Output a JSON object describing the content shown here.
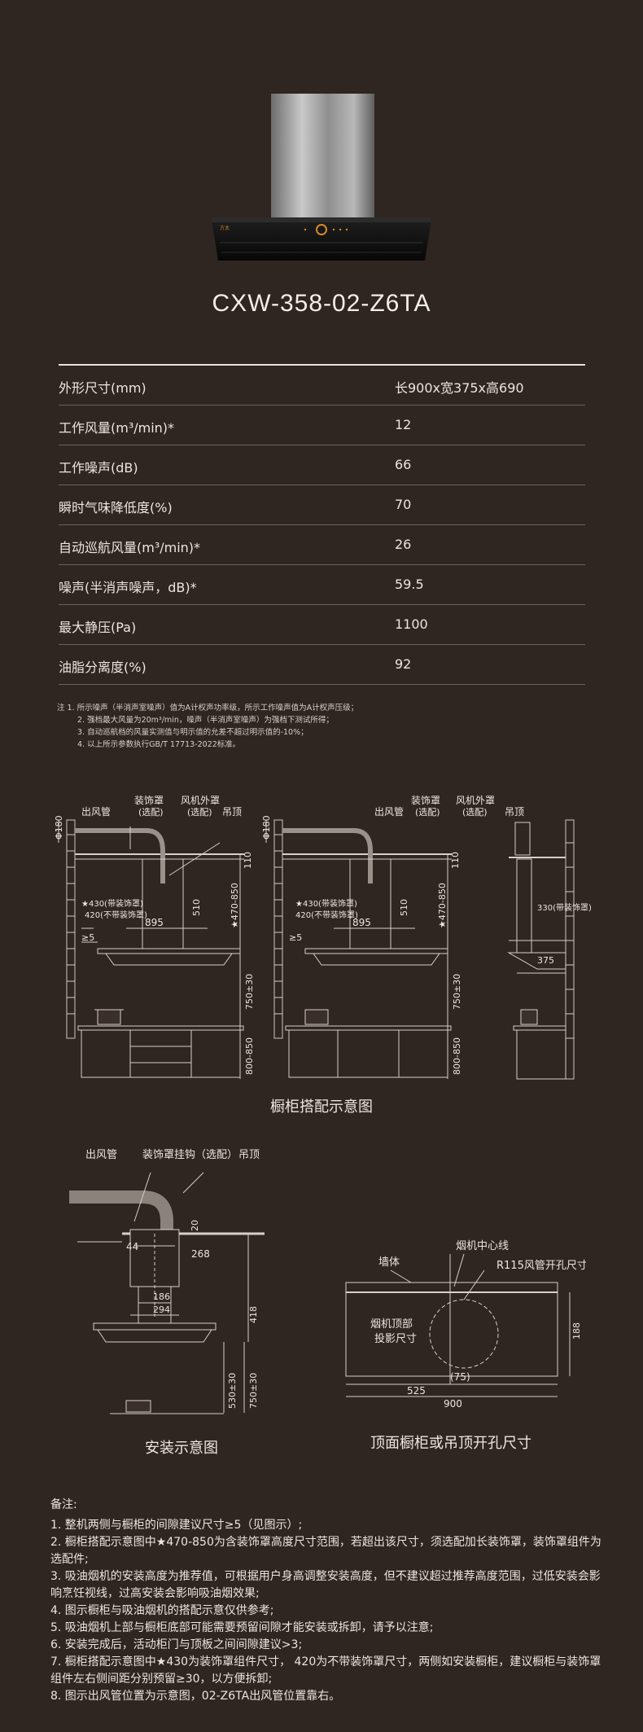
{
  "product": {
    "model": "CXW-358-02-Z6TA",
    "brand_mark": "方太"
  },
  "specs": [
    {
      "label": "外形尺寸(mm)",
      "value": "长900x宽375x高690"
    },
    {
      "label": "工作风量(m³/min)*",
      "value": "12"
    },
    {
      "label": "工作噪声(dB)",
      "value": "66"
    },
    {
      "label": "瞬时气味降低度(%)",
      "value": "70"
    },
    {
      "label": "自动巡航风量(m³/min)*",
      "value": "26"
    },
    {
      "label": "噪声(半消声噪声，dB)*",
      "value": "59.5"
    },
    {
      "label": "最大静压(Pa)",
      "value": "1100"
    },
    {
      "label": "油脂分离度(%)",
      "value": "92"
    }
  ],
  "notes_small": [
    "注  1. 所示噪声（半消声室噪声）值为A计权声功率级，所示工作噪声值为A计权声压级；",
    "2. 强档最大风量为20m³/min，噪声（半消声室噪声）为强档下测试所得；",
    "3. 自动巡航档的风量实测值与明示值的允差不超过明示值的-10%；",
    "4. 以上所示参数执行GB/T 17713-2022标准。"
  ],
  "diagram1": {
    "caption": "橱柜搭配示意图",
    "labels": {
      "cover": "装饰罩",
      "cover_opt": "(选配)",
      "duct": "出风管",
      "outer": "风机外罩",
      "outer_opt": "(选配)",
      "ceiling": "吊顶",
      "phi180": "Φ180",
      "d110": "110",
      "d470_850": "★470-850",
      "d430": "★430(带装饰罩)",
      "d420": "420(不带装饰罩)",
      "d510": "510",
      "d895": "895",
      "d5": "≥5",
      "d750": "750±30",
      "d800": "800-850",
      "d330": "330(带装饰罩)",
      "d375": "375"
    }
  },
  "diagram2": {
    "caption": "安装示意图",
    "labels": {
      "duct": "出风管",
      "hook": "装饰罩挂钩（选配）",
      "ceiling": "吊顶",
      "d20": "20",
      "d44": "44",
      "d268": "268",
      "d186": "186",
      "d294": "294",
      "d418": "418",
      "d530": "530±30",
      "d750": "750±30"
    }
  },
  "diagram3": {
    "caption": "顶面橱柜或吊顶开孔尺寸",
    "labels": {
      "center": "烟机中心线",
      "wall": "墙体",
      "hole": "R115风管开孔尺寸",
      "proj1": "烟机顶部",
      "proj2": "投影尺寸",
      "d188": "188",
      "d75": "(75)",
      "d525": "525",
      "d900": "900"
    }
  },
  "remarks": {
    "title": "备注:",
    "items": [
      "1. 整机两侧与橱柜的间隙建议尺寸≥5（见图示）;",
      "2. 橱柜搭配示意图中★470-850为含装饰罩高度尺寸范围，若超出该尺寸，须选配加长装饰罩，装饰罩组件为选配件;",
      "3. 吸油烟机的安装高度为推荐值，可根据用户身高调整安装高度，但不建议超过推荐高度范围，过低安装会影响烹饪视线，过高安装会影响吸油烟效果;",
      "4. 图示橱柜与吸油烟机的搭配示意仅供参考;",
      "5. 吸油烟机上部与橱柜底部可能需要预留间隙才能安装或拆卸，请予以注意;",
      "6. 安装完成后，活动柜门与顶板之间间隙建议>3;",
      "7. 橱柜搭配示意图中★430为装饰罩组件尺寸，  420为不带装饰罩尺寸，两侧如安装橱柜，建议橱柜与装饰罩组件左右侧间距分别预留≥30，以方便拆卸;",
      "8. 图示出风管位置为示意图，02-Z6TA出风管位置靠右。"
    ]
  }
}
